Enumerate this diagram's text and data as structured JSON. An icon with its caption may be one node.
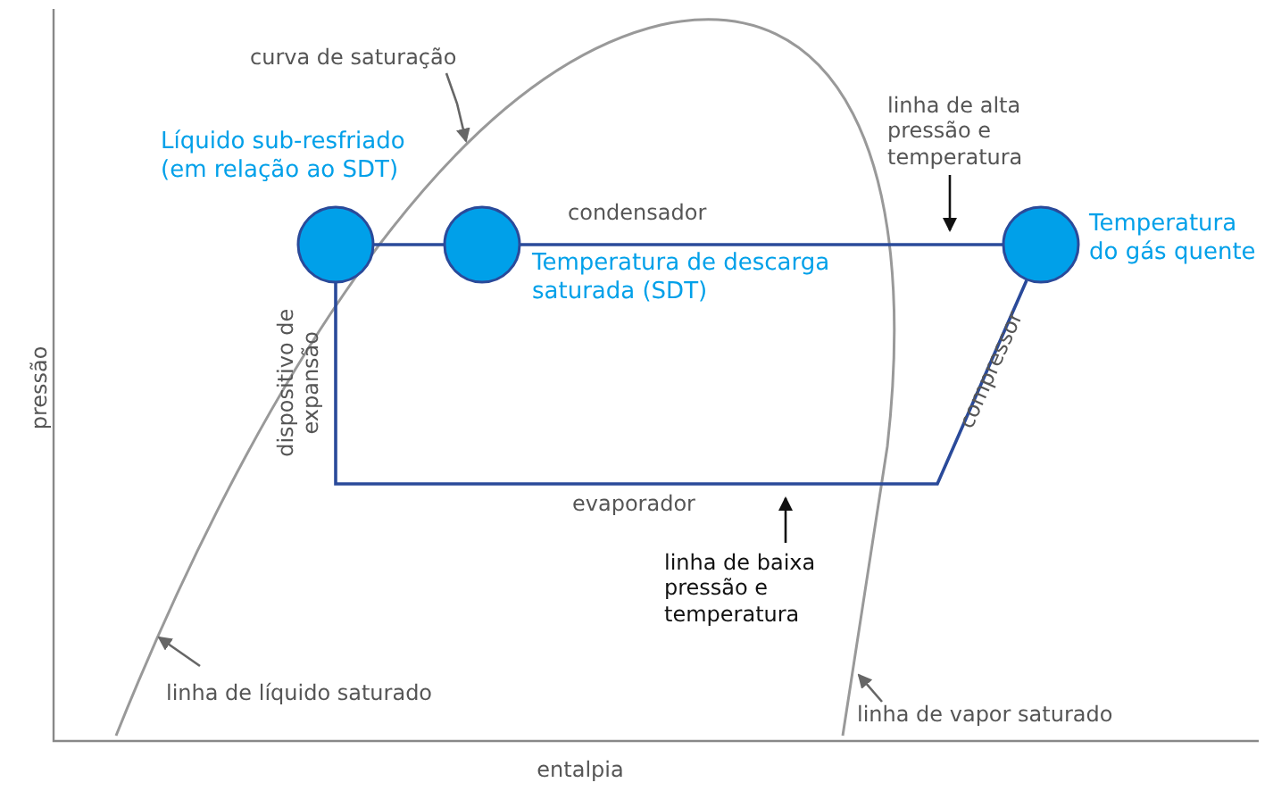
{
  "diagram": {
    "nodes": [
      {
        "text": [],
        "shape": "circle",
        "beside": [
          "Líquido sub-resfriado (em relação ao SDT)"
        ]
      },
      {
        "text": [],
        "shape": "circle",
        "beside": [
          "Temperatura de descarga saturada (SDT)"
        ]
      },
      {
        "text": [],
        "shape": "circle",
        "beside": [
          "Temperatura do gás quente"
        ]
      },
      {
        "text": [
          "curva de saturação"
        ]
      },
      {
        "text": [
          "linha de alta pressão e temperatura"
        ]
      },
      {
        "text": [
          "linha de baixa pressão e temperatura"
        ]
      },
      {
        "text": [
          "linha de líquido saturado"
        ]
      },
      {
        "text": [
          "linha de vapor saturado"
        ]
      }
    ],
    "edges": [
      {
        "from": 0,
        "to": 1,
        "arrow": "none"
      },
      {
        "from": 1,
        "to": 2,
        "arrow": "none",
        "label": "condensador"
      },
      {
        "from": 2,
        "to": 0,
        "arrow": "none"
      },
      {
        "from": 3,
        "to": null,
        "arrow": "to"
      },
      {
        "from": 4,
        "to": null,
        "arrow": "to",
        "color": "#111111"
      },
      {
        "from": 5,
        "to": null,
        "arrow": "to",
        "color": "#111111"
      },
      {
        "from": 6,
        "to": null,
        "arrow": "to"
      },
      {
        "from": 7,
        "to": null,
        "arrow": "to"
      }
    ],
    "labels": [
      "pressão",
      "entalpia",
      "dispositivo de expansão",
      "compressor",
      "evaporador"
    ]
  }
}
